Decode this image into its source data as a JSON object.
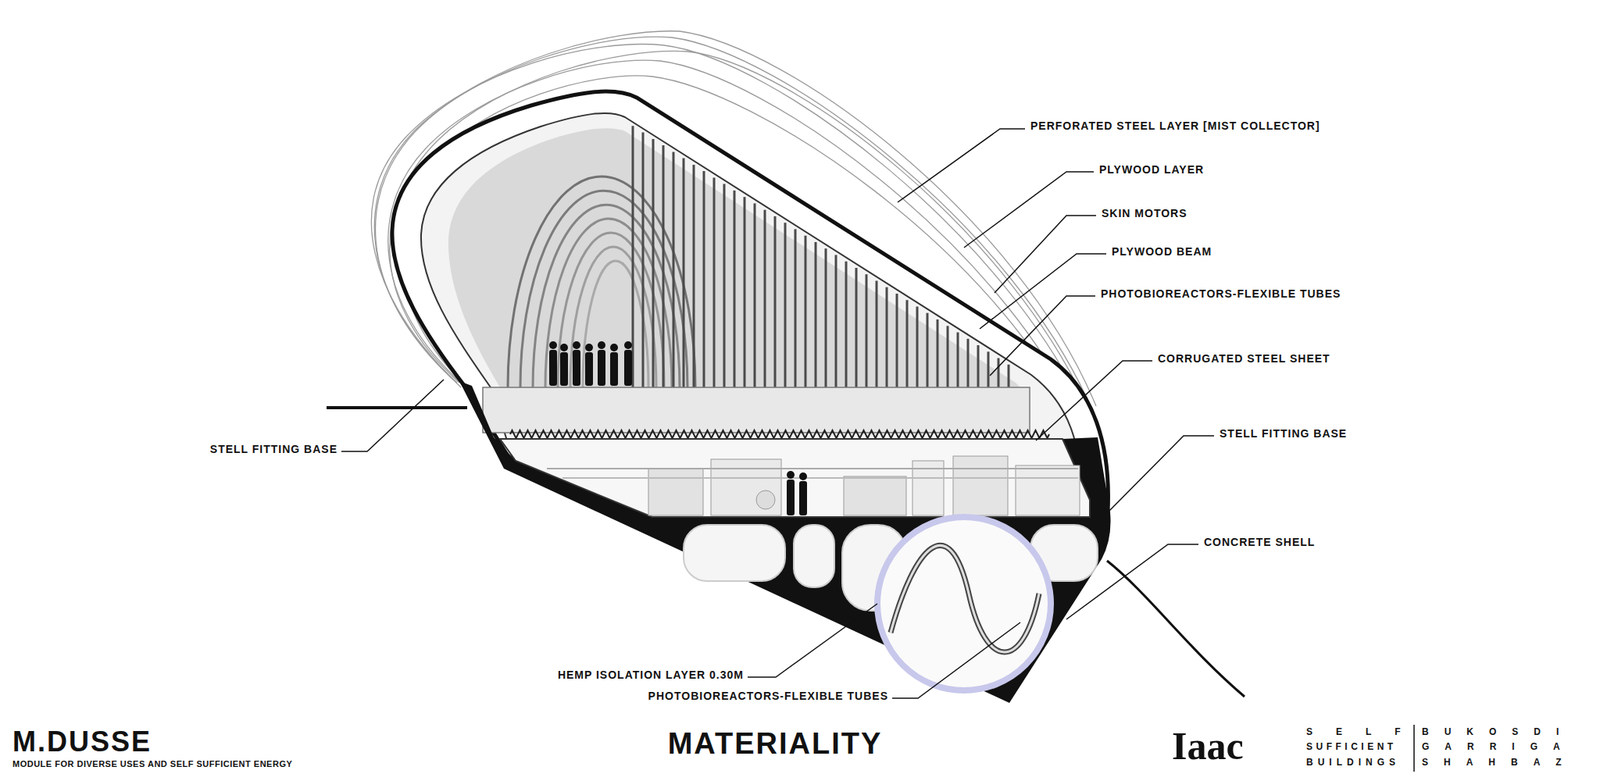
{
  "diagram": {
    "title": "MATERIALITY",
    "labels": [
      "PERFORATED STEEL LAYER [MIST COLLECTOR]",
      "PLYWOOD LAYER",
      "SKIN MOTORS",
      "PLYWOOD BEAM",
      "PHOTOBIOREACTORS-FLEXIBLE TUBES",
      "CORRUGATED STEEL SHEET",
      "STELL FITTING BASE",
      "STELL FITTING BASE",
      "CONCRETE SHELL",
      "HEMP ISOLATION LAYER 0.30M",
      "PHOTOBIOREACTORS-FLEXIBLE TUBES",
      "M.DUSSE",
      "MODULE FOR DIVERSE USES AND SELF SUFFICIENT ENERGY",
      "Iaac",
      "SELF",
      "SUFFICIENT",
      "BUILDINGS",
      "BUKOSDI",
      "GARRIGA",
      "SHAHBAZ"
    ]
  }
}
